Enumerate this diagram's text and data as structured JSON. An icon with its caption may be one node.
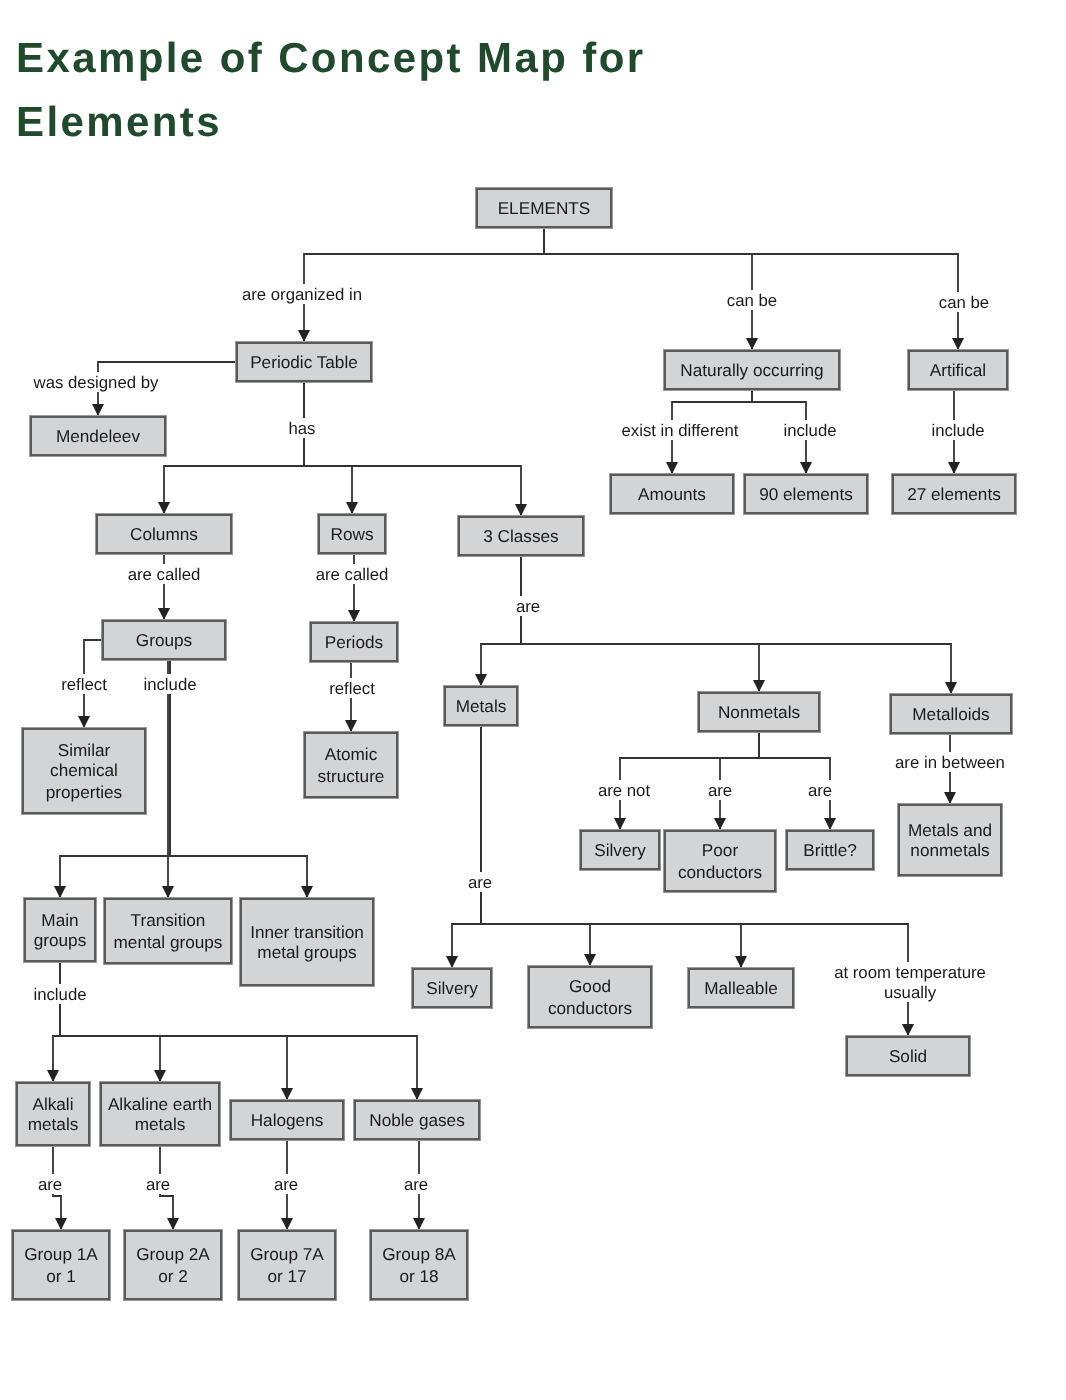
{
  "diagram": {
    "title": "Example of Concept Map for Elements",
    "nodes": [
      {
        "text": [
          "ELEMENTS"
        ]
      },
      {
        "text": [
          "Periodic Table"
        ]
      },
      {
        "text": [
          "Naturally occurring"
        ]
      },
      {
        "text": [
          "Artifical"
        ]
      },
      {
        "text": [
          "Mendeleev"
        ]
      },
      {
        "text": [
          "Amounts"
        ]
      },
      {
        "text": [
          "90 elements"
        ]
      },
      {
        "text": [
          "27 elements"
        ]
      },
      {
        "text": [
          "Columns"
        ]
      },
      {
        "text": [
          "Rows"
        ]
      },
      {
        "text": [
          "3 Classes"
        ]
      },
      {
        "text": [
          "Groups"
        ]
      },
      {
        "text": [
          "Periods"
        ]
      },
      {
        "text": [
          "Metals"
        ]
      },
      {
        "text": [
          "Nonmetals"
        ]
      },
      {
        "text": [
          "Metalloids"
        ]
      },
      {
        "text": [
          "Similar chemical properties"
        ]
      },
      {
        "text": [
          "Atomic structure"
        ]
      },
      {
        "text": [
          "Silvery"
        ]
      },
      {
        "text": [
          "Poor conductors"
        ]
      },
      {
        "text": [
          "Brittle?"
        ]
      },
      {
        "text": [
          "Metals and nonmetals"
        ]
      },
      {
        "text": [
          "Main groups"
        ]
      },
      {
        "text": [
          "Transition mental groups"
        ]
      },
      {
        "text": [
          "Inner transition metal groups"
        ]
      },
      {
        "text": [
          "Silvery"
        ]
      },
      {
        "text": [
          "Good conductors"
        ]
      },
      {
        "text": [
          "Malleable"
        ]
      },
      {
        "text": [
          "Solid"
        ]
      },
      {
        "text": [
          "Alkali metals"
        ]
      },
      {
        "text": [
          "Alkaline earth metals"
        ]
      },
      {
        "text": [
          "Halogens"
        ]
      },
      {
        "text": [
          "Noble gases"
        ]
      },
      {
        "text": [
          "Group 1A or 1"
        ]
      },
      {
        "text": [
          "Group 2A or 2"
        ]
      },
      {
        "text": [
          "Group 7A or 17"
        ]
      },
      {
        "text": [
          "Group 8A or 18"
        ]
      }
    ],
    "edges": [
      {
        "from": 0,
        "to": 1,
        "arrow": "to",
        "label": "are organized in"
      },
      {
        "from": 0,
        "to": 2,
        "arrow": "to",
        "label": "can be"
      },
      {
        "from": 0,
        "to": 3,
        "arrow": "to",
        "label": "can be"
      },
      {
        "from": 1,
        "to": 4,
        "arrow": "to",
        "label": "was designed by"
      },
      {
        "from": 1,
        "to": 8,
        "arrow": "to",
        "label": "has"
      },
      {
        "from": 1,
        "to": 9,
        "arrow": "to"
      },
      {
        "from": 1,
        "to": 10,
        "arrow": "to"
      },
      {
        "from": 2,
        "to": 5,
        "arrow": "to",
        "label": "exist in different"
      },
      {
        "from": 2,
        "to": 6,
        "arrow": "to",
        "label": "include"
      },
      {
        "from": 3,
        "to": 7,
        "arrow": "to",
        "label": "include"
      },
      {
        "from": 8,
        "to": 11,
        "arrow": "to",
        "label": "are called"
      },
      {
        "from": 9,
        "to": 12,
        "arrow": "to",
        "label": "are called"
      },
      {
        "from": 11,
        "to": 16,
        "arrow": "to",
        "label": "reflect"
      },
      {
        "from": 11,
        "to": 22,
        "arrow": "to",
        "label": "include"
      },
      {
        "from": 11,
        "to": 23,
        "arrow": "to"
      },
      {
        "from": 11,
        "to": 24,
        "arrow": "to"
      },
      {
        "from": 12,
        "to": 17,
        "arrow": "to",
        "label": "reflect"
      },
      {
        "from": 10,
        "to": 13,
        "arrow": "to",
        "label": "are"
      },
      {
        "from": 10,
        "to": 14,
        "arrow": "to"
      },
      {
        "from": 10,
        "to": 15,
        "arrow": "to"
      },
      {
        "from": 14,
        "to": 18,
        "arrow": "to",
        "label": "are not"
      },
      {
        "from": 14,
        "to": 19,
        "arrow": "to",
        "label": "are"
      },
      {
        "from": 14,
        "to": 20,
        "arrow": "to",
        "label": "are"
      },
      {
        "from": 15,
        "to": 21,
        "arrow": "to",
        "label": "are in between"
      },
      {
        "from": 13,
        "to": 25,
        "arrow": "to",
        "label": "are"
      },
      {
        "from": 13,
        "to": 26,
        "arrow": "to"
      },
      {
        "from": 13,
        "to": 27,
        "arrow": "to"
      },
      {
        "from": 13,
        "to": 28,
        "arrow": "to",
        "label": "at room temperature usually"
      },
      {
        "from": 22,
        "to": 29,
        "arrow": "to",
        "label": "include"
      },
      {
        "from": 22,
        "to": 30,
        "arrow": "to"
      },
      {
        "from": 22,
        "to": 31,
        "arrow": "to"
      },
      {
        "from": 22,
        "to": 32,
        "arrow": "to"
      },
      {
        "from": 29,
        "to": 33,
        "arrow": "to",
        "label": "are"
      },
      {
        "from": 30,
        "to": 34,
        "arrow": "to",
        "label": "are"
      },
      {
        "from": 31,
        "to": 35,
        "arrow": "to",
        "label": "are"
      },
      {
        "from": 32,
        "to": 36,
        "arrow": "to",
        "label": "are"
      }
    ]
  }
}
